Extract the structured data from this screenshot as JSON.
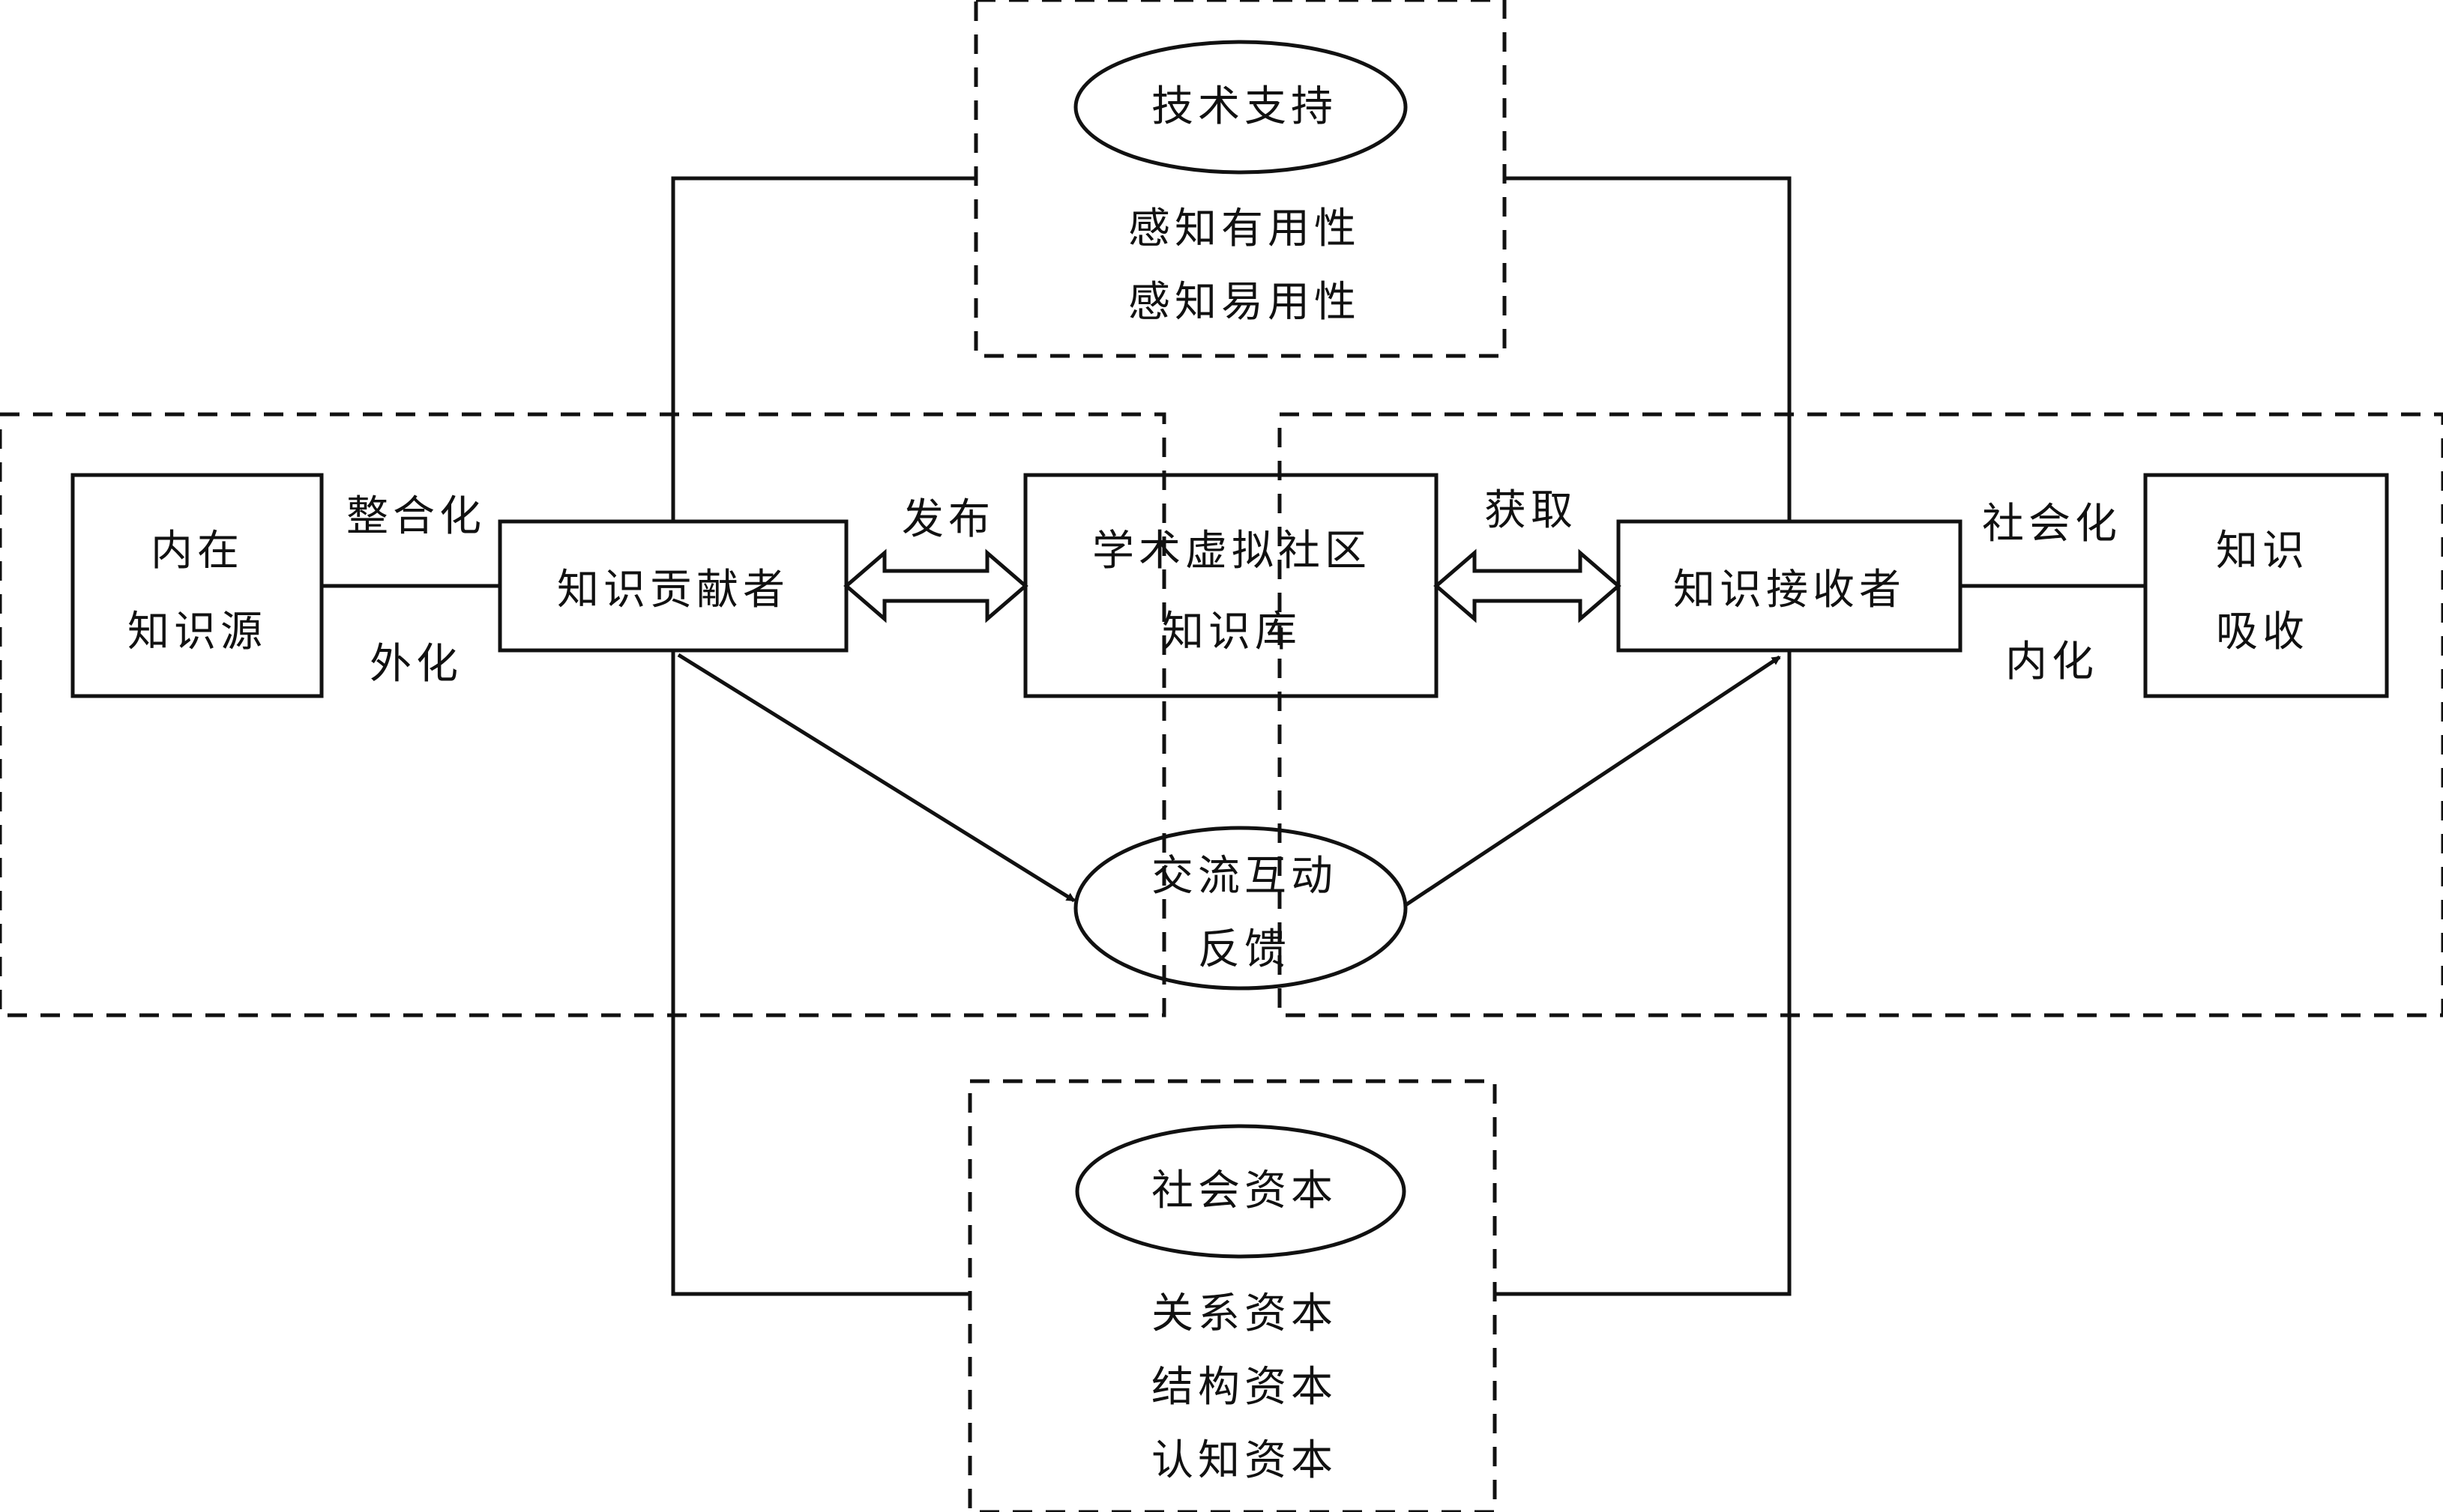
{
  "colors": {
    "stroke": "#111111",
    "background": "#ffffff"
  },
  "tech_support": {
    "title": "技术支持",
    "items": [
      "感知有用性",
      "感知易用性"
    ]
  },
  "social_capital": {
    "title": "社会资本",
    "items": [
      "关系资本",
      "结构资本",
      "认知资本"
    ]
  },
  "left_group": {
    "source": {
      "line1": "内在",
      "line2": "知识源"
    },
    "transform_top": "整合化",
    "transform_bottom": "外化",
    "contributor": "知识贡献者"
  },
  "center": {
    "publish": "发布",
    "kb": {
      "line1": "学术虚拟社区",
      "line2": "知识库"
    },
    "acquire": "获取",
    "interaction": {
      "line1": "交流互动",
      "line2": "反馈"
    }
  },
  "right_group": {
    "receiver": "知识接收者",
    "transform_top": "社会化",
    "transform_bottom": "内化",
    "absorb": {
      "line1": "知识",
      "line2": "吸收"
    }
  }
}
